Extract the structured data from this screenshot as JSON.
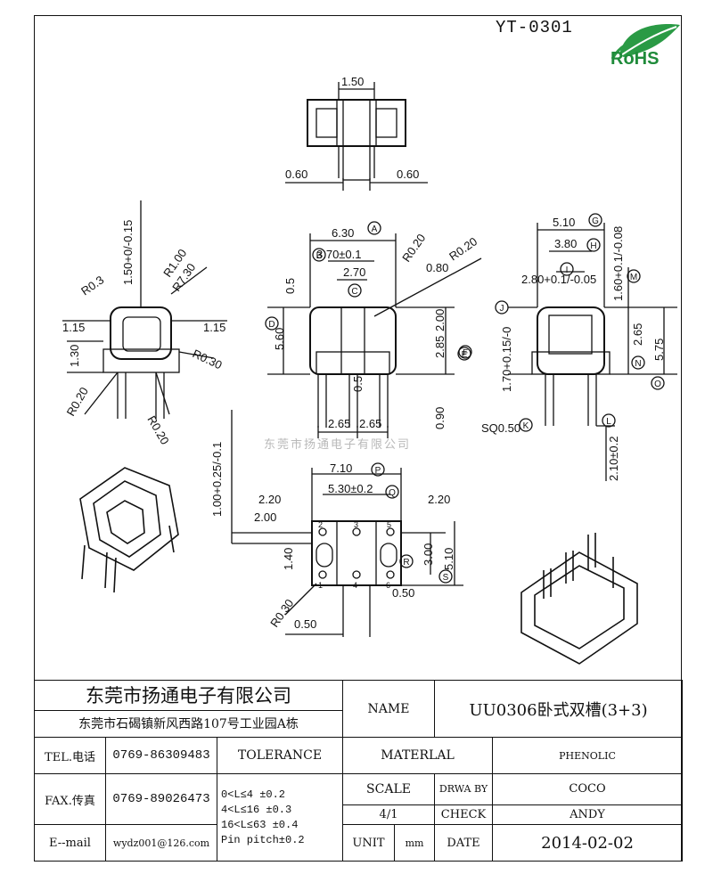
{
  "part_number": "YT-0301",
  "rohs_label": "RoHS",
  "watermark": "东莞市扬通电子有限公司",
  "dimensions": {
    "top": [
      "1.50",
      "0.60",
      "0.60"
    ],
    "left": [
      "1.50+0/-0.15",
      "R0.3",
      "R1.00",
      "R7.30",
      "1.15",
      "1.15",
      "1.30",
      "R0.30",
      "R0.20",
      "R0.20"
    ],
    "front": [
      "6.30",
      "3.70±0.1",
      "2.70",
      "R0.20",
      "0.80",
      "R0.20",
      "0.5",
      "5.60",
      "2.00",
      "2.85",
      "0.5",
      "0.90",
      "2.65",
      "2.65"
    ],
    "side": [
      "5.10",
      "3.80",
      "2.80+0.1/-0.05",
      "1.60+0.1/-0.08",
      "1.70+0.15/-0",
      "2.65",
      "5.75",
      "SQ0.50",
      "2.10±0.2"
    ],
    "bottom": [
      "1.00+0.25/-0.1",
      "7.10",
      "5.30±0.2",
      "2.20",
      "2.00",
      "2.20",
      "1.40",
      "3.00",
      "5.10",
      "R0.30",
      "0.50",
      "0.50"
    ]
  },
  "markers": [
    "A",
    "B",
    "C",
    "D",
    "E",
    "F",
    "G",
    "H",
    "I",
    "J",
    "K",
    "L",
    "M",
    "N",
    "O",
    "P",
    "Q",
    "R",
    "S"
  ],
  "pins": [
    "2",
    "3",
    "1",
    "4",
    "5",
    "6"
  ],
  "title_block": {
    "company_name": "东莞市扬通电子有限公司",
    "company_address": "东莞市石碣镇新风西路107号工业园A栋",
    "name_label": "NAME",
    "name_value": "UU0306卧式双槽(3+3)",
    "tel_label": "TEL.电话",
    "tel_value": "0769-86309483",
    "fax_label": "FAX.传真",
    "fax_value": "0769-89026473",
    "email_label": "E--mail",
    "email_value": "wydz001@126.com",
    "tolerance_label": "TOLERANCE",
    "tolerance_lines": [
      "0<L≤4   ±0.2",
      "4<L≤16  ±0.3",
      "16<L≤63 ±0.4",
      "Pin pitch±0.2"
    ],
    "material_label": "MATERLAL",
    "material_value": "PHENOLIC",
    "scale_label": "SCALE",
    "scale_value": "4/1",
    "drawn_by_label": "DRWA BY",
    "drawn_by_value": "COCO",
    "check_label": "CHECK",
    "check_value": "ANDY",
    "unit_label": "UNIT",
    "unit_value": "mm",
    "date_label": "DATE",
    "date_value": "2014-02-02"
  }
}
